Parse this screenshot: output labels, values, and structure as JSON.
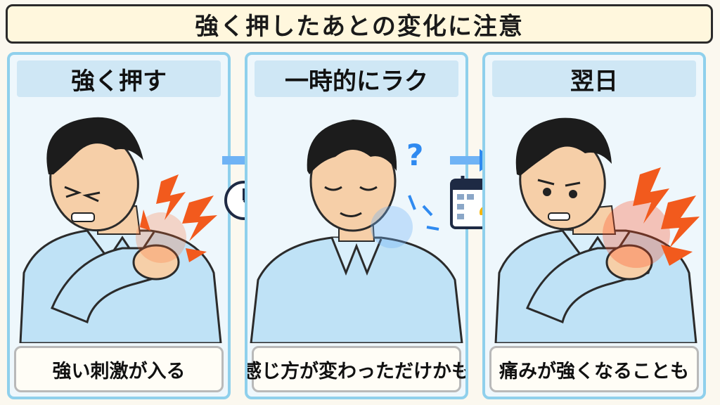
{
  "title": "強く押したあとの変化に注意",
  "panels": [
    {
      "header": "強く押す",
      "caption": "強い刺激が入る"
    },
    {
      "header": "一時的にラク",
      "caption": "感じ方が変わっただけかも"
    },
    {
      "header": "翌日",
      "caption": "痛みが強くなることも"
    }
  ],
  "icons": {
    "step1_to_2": "clock-icon",
    "step2_to_3": "calendar-sun-icon",
    "question_mark": "?"
  },
  "colors": {
    "pain": "#f25a1d",
    "shirt": "#bfe2f6",
    "arrow": "#2f8af0",
    "panel_border": "#8fd0ec"
  }
}
